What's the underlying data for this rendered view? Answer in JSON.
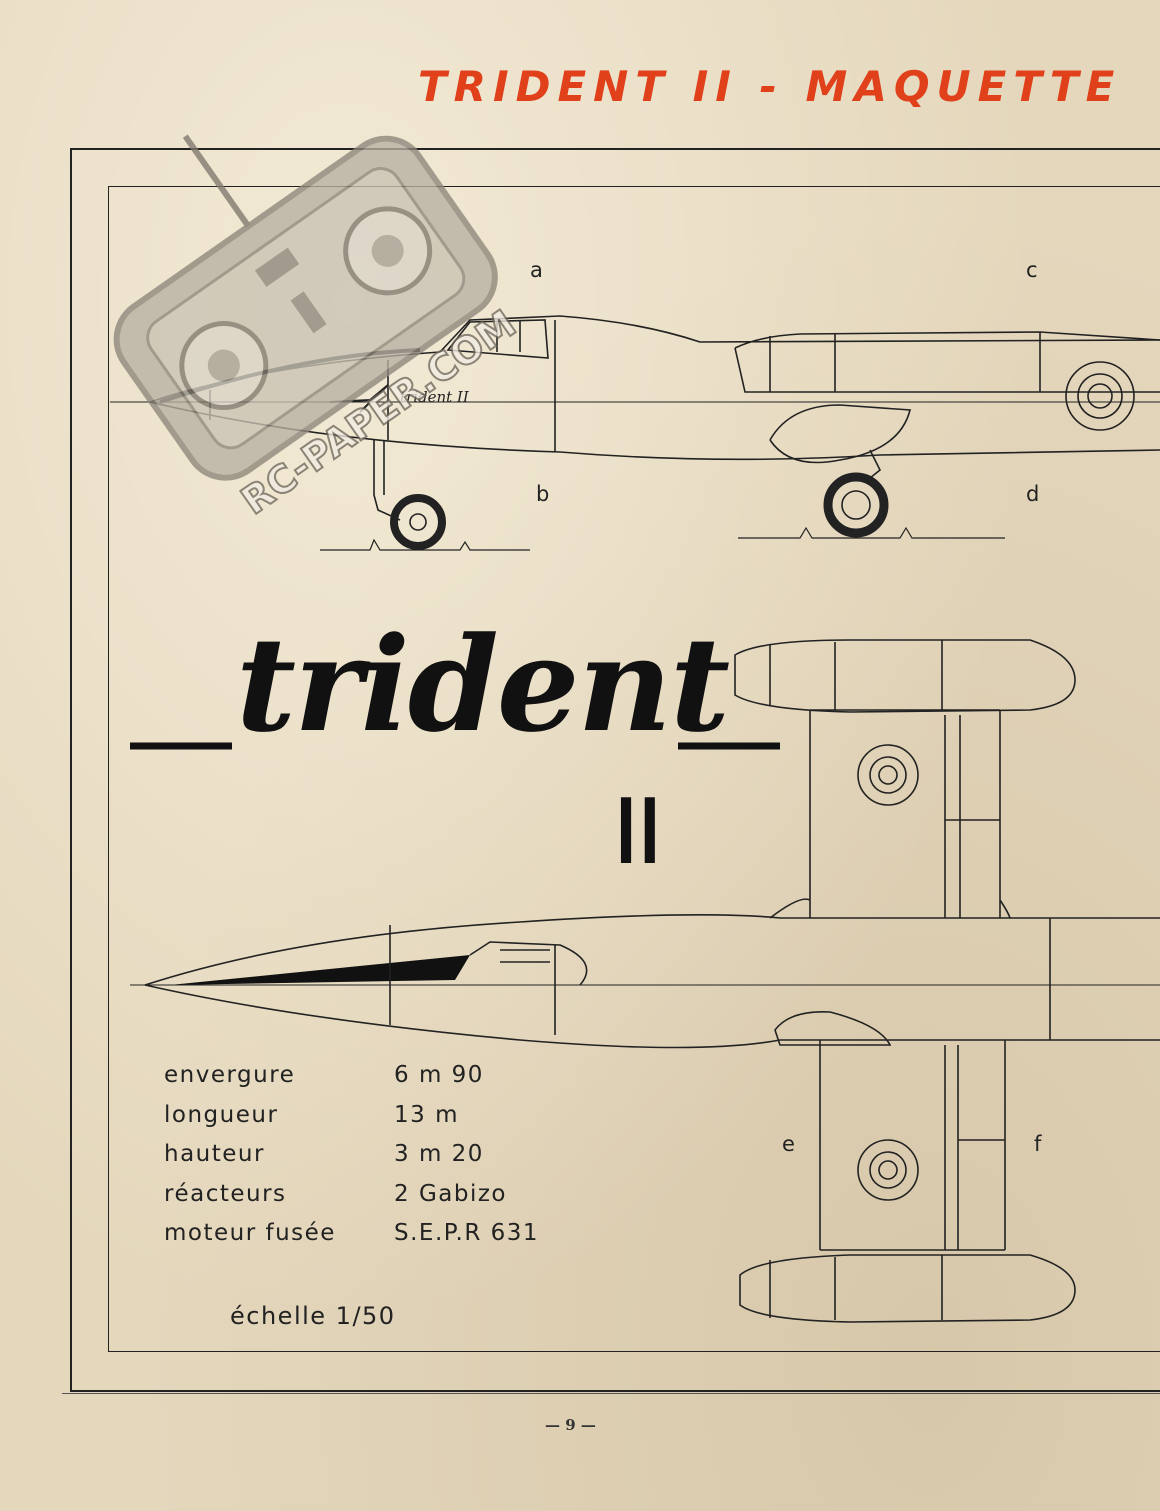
{
  "header": {
    "title": "TRIDENT II - MAQUETTE"
  },
  "views": {
    "label_a": "a",
    "label_b": "b",
    "label_c": "c",
    "label_d": "d",
    "label_e": "e",
    "label_f": "f",
    "fuselage_marking": "trident II"
  },
  "brand": {
    "word": "trident",
    "numeral": "II"
  },
  "specs": [
    {
      "name": "envergure",
      "value": "6 m 90"
    },
    {
      "name": "longueur",
      "value": "13 m"
    },
    {
      "name": "hauteur",
      "value": "3 m 20"
    },
    {
      "name": "réacteurs",
      "value": "2 Gabizo"
    },
    {
      "name": "moteur fusée",
      "value": "S.E.P.R 631"
    }
  ],
  "scale": "échelle 1/50",
  "page_number": "— 9 —",
  "watermark": {
    "text": "RC-PAPER.COM"
  },
  "colors": {
    "paper": "#e4d7bc",
    "title": "#e0401a",
    "ink": "#222222"
  }
}
